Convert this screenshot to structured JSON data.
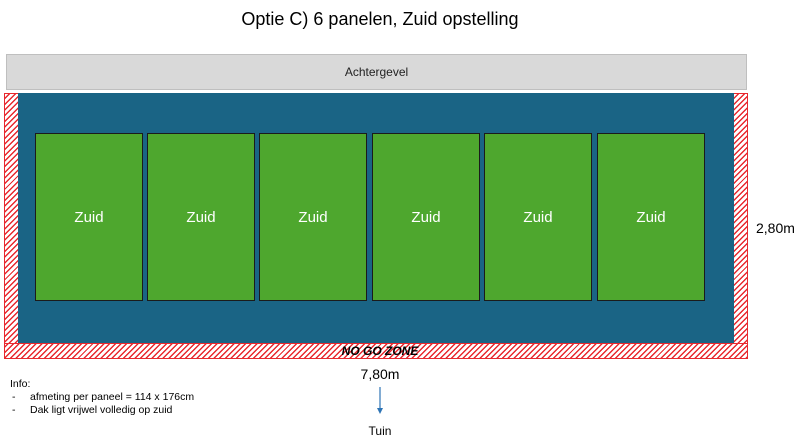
{
  "title": "Optie C) 6 panelen, Zuid opstelling",
  "facade_label": "Achtergevel",
  "panels": [
    "Zuid",
    "Zuid",
    "Zuid",
    "Zuid",
    "Zuid",
    "Zuid"
  ],
  "no_go_label": "NO GO ZONE",
  "width_label": "7,80m",
  "height_label": "2,80m",
  "info": {
    "heading": "Info:",
    "bullet": "-",
    "items": [
      "afmeting per paneel = 114 x 176cm",
      "Dak ligt vrijwel volledig op zuid"
    ]
  },
  "garden_label": "Tuin",
  "colors": {
    "roof": "#1a6485",
    "panel": "#4ea72e",
    "facade": "#d9d9d9",
    "no_go_hatch": "#e8282e",
    "arrow": "#2e74b5"
  }
}
